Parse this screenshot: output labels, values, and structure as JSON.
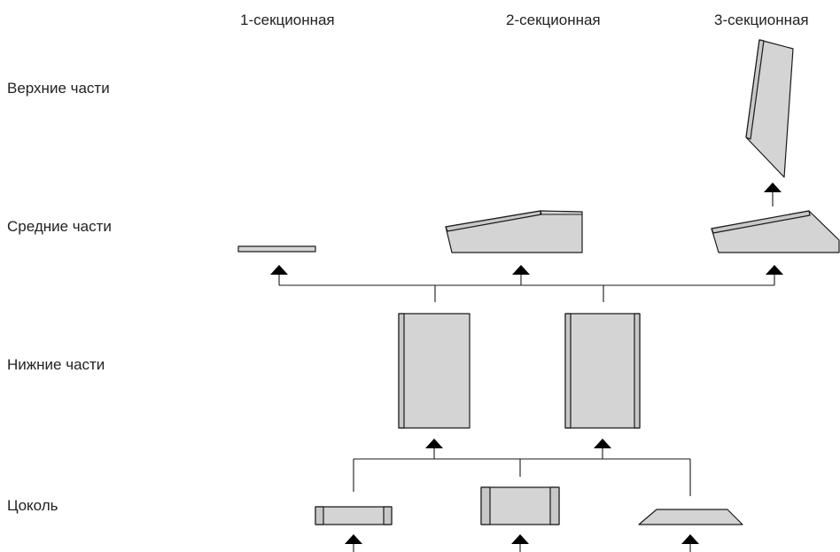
{
  "columns": [
    "1-секционная",
    "2-секционная",
    "3-секционная"
  ],
  "rows": [
    "Верхние части",
    "Средние части",
    "Нижние части",
    "Цоколь"
  ]
}
